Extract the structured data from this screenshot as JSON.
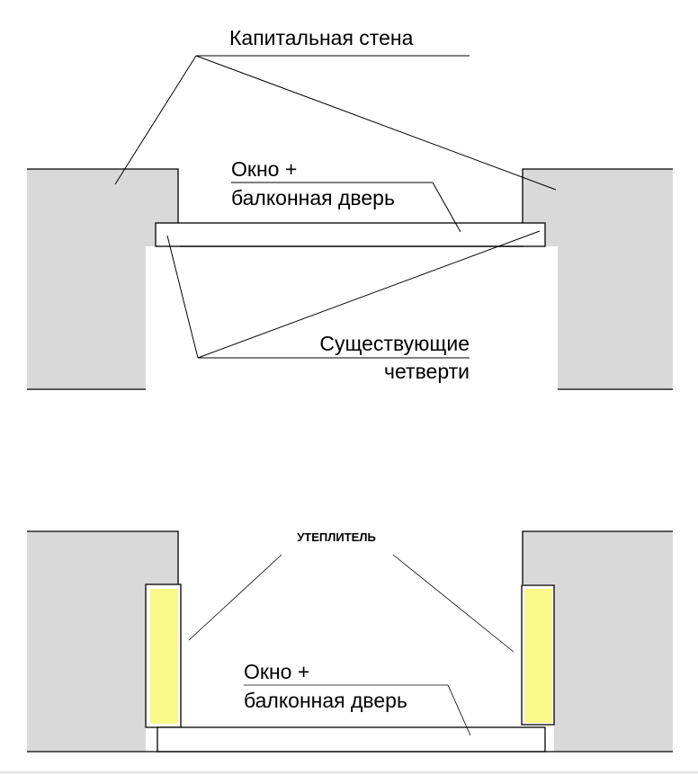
{
  "top_diagram": {
    "wall_label": "Капитальная стена",
    "window_label_line1": "Окно +",
    "window_label_line2": "балконная дверь",
    "quarters_label_line1": "Существующие",
    "quarters_label_line2": "четверти"
  },
  "bottom_diagram": {
    "insulation_label": "УТЕПЛИТЕЛЬ",
    "window_label_line1": "Окно +",
    "window_label_line2": "балконная дверь"
  },
  "colors": {
    "wall": "#d9d9d9",
    "insulation": "#f9f98a",
    "line": "#000000"
  }
}
